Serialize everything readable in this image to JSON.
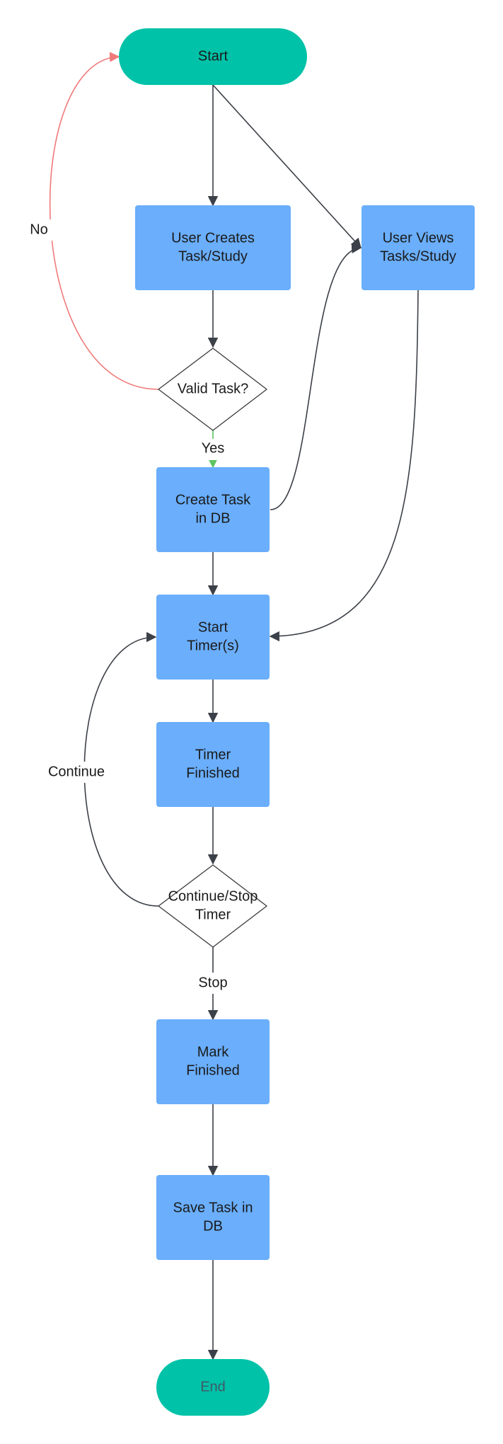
{
  "colors": {
    "terminal": "#00c2a8",
    "process": "#6aaefc",
    "decision_fill": "#ffffff",
    "decision_stroke": "#3a3a3a",
    "edge": "#3c4048",
    "edge_no": "#f07a7a",
    "edge_yes": "#5cc561",
    "end_text": "#3f5a66"
  },
  "nodes": {
    "start": "Start",
    "user_creates": [
      "User Creates",
      "Task/Study"
    ],
    "user_views": [
      "User Views",
      "Tasks/Study"
    ],
    "valid_task": "Valid Task?",
    "create_task_db": [
      "Create Task",
      "in DB"
    ],
    "start_timer": [
      "Start",
      "Timer(s)"
    ],
    "timer_finished": [
      "Timer",
      "Finished"
    ],
    "continue_stop": [
      "Continue/Stop",
      "Timer"
    ],
    "mark_finished": [
      "Mark",
      "Finished"
    ],
    "save_task_db": [
      "Save Task in",
      "DB"
    ],
    "end": "End"
  },
  "edge_labels": {
    "no": "No",
    "yes": "Yes",
    "continue": "Continue",
    "stop": "Stop"
  }
}
